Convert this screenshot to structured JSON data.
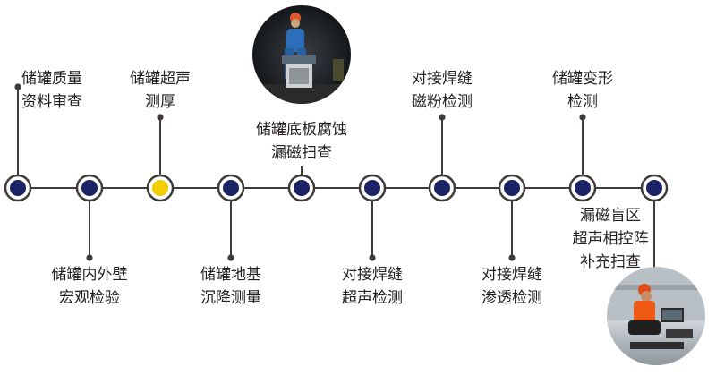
{
  "colors": {
    "line": "#3f3a3b",
    "node_fill": "#1b2266",
    "node_ring": "#3f3a3b",
    "highlight": "#f2cd00",
    "text": "#231f20"
  },
  "steps": [
    {
      "id": "s1",
      "lines": [
        "储罐质量",
        "资料审查"
      ],
      "side": "top",
      "highlight": false
    },
    {
      "id": "s2",
      "lines": [
        "储罐内外壁",
        "宏观检验"
      ],
      "side": "bottom",
      "highlight": false
    },
    {
      "id": "s3",
      "lines": [
        "储罐超声",
        "测厚"
      ],
      "side": "top",
      "highlight": true
    },
    {
      "id": "s4",
      "lines": [
        "储罐地基",
        "沉降测量"
      ],
      "side": "bottom",
      "highlight": false
    },
    {
      "id": "s5",
      "lines": [
        "储罐底板腐蚀",
        "漏磁扫查"
      ],
      "side": "top",
      "highlight": false,
      "photo": "worker-with-floor-scanner"
    },
    {
      "id": "s6",
      "lines": [
        "对接焊缝",
        "超声检测"
      ],
      "side": "bottom",
      "highlight": false
    },
    {
      "id": "s7",
      "lines": [
        "对接焊缝",
        "磁粉检测"
      ],
      "side": "top",
      "highlight": false
    },
    {
      "id": "s8",
      "lines": [
        "对接焊缝",
        "渗透检测"
      ],
      "side": "bottom",
      "highlight": false
    },
    {
      "id": "s9",
      "lines": [
        "储罐变形",
        "检测"
      ],
      "side": "top",
      "highlight": false
    },
    {
      "id": "s10",
      "lines": [
        "漏磁盲区",
        "超声相控阵",
        "补充扫查"
      ],
      "side": "bottom",
      "highlight": false,
      "photo": "worker-with-phased-array-equipment"
    }
  ]
}
